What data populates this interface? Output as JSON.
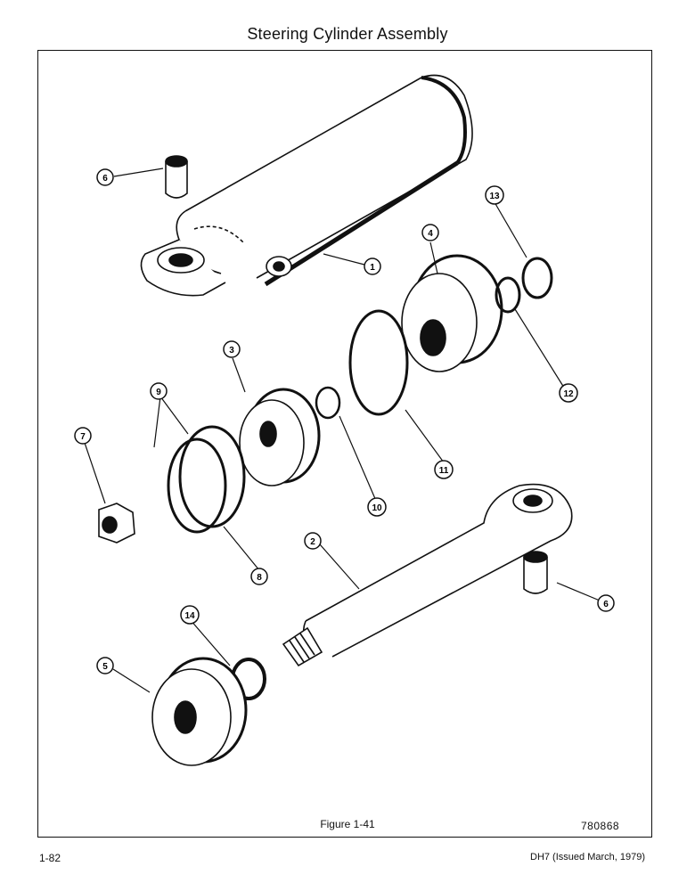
{
  "page": {
    "title": "Steering Cylinder Assembly",
    "figure_caption": "Figure 1-41",
    "drawing_number": "780868",
    "page_number": "1-82",
    "document_reference": "DH7 (Issued March, 1979)"
  },
  "callouts": {
    "barrel": "1",
    "rod": "2",
    "piston": "3",
    "rod_guide": "4",
    "gland_nut": "5",
    "bushing_top": "6",
    "bushing_right": "6",
    "locknut": "7",
    "backup_ring_pair_right": "8",
    "backup_rings_label": "9",
    "o_ring_small": "10",
    "o_ring_large": "11",
    "o_ring_guide": "12",
    "wiper_ring": "13",
    "rod_seal": "14"
  }
}
